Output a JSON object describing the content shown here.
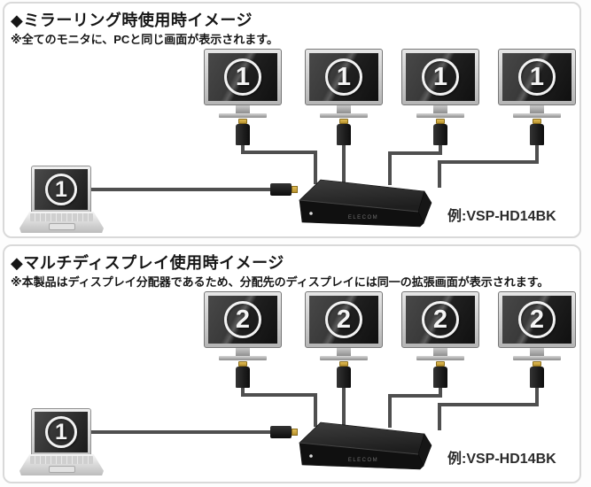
{
  "colors": {
    "panel_border": "#d9d9d9",
    "cable": "#4f4f4f",
    "connector_gold": "#c9a23c",
    "splitter_body": "#141414",
    "badge_white": "#f2f2f2"
  },
  "panels": [
    {
      "heading": "◆ミラーリング時使用時イメージ",
      "note": "※全てのモニタに、PCと同じ画面が表示されます。",
      "monitor_number": "1",
      "pc_number": "1",
      "model_label": "例:VSP-HD14BK",
      "device_brand": "ELECOM"
    },
    {
      "heading": "◆マルチディスプレイ使用時イメージ",
      "note": "※本製品はディスプレイ分配器であるため、分配先のディスプレイには同一の拡張画面が表示されます。",
      "monitor_number": "2",
      "pc_number": "1",
      "model_label": "例:VSP-HD14BK",
      "device_brand": "ELECOM"
    }
  ]
}
